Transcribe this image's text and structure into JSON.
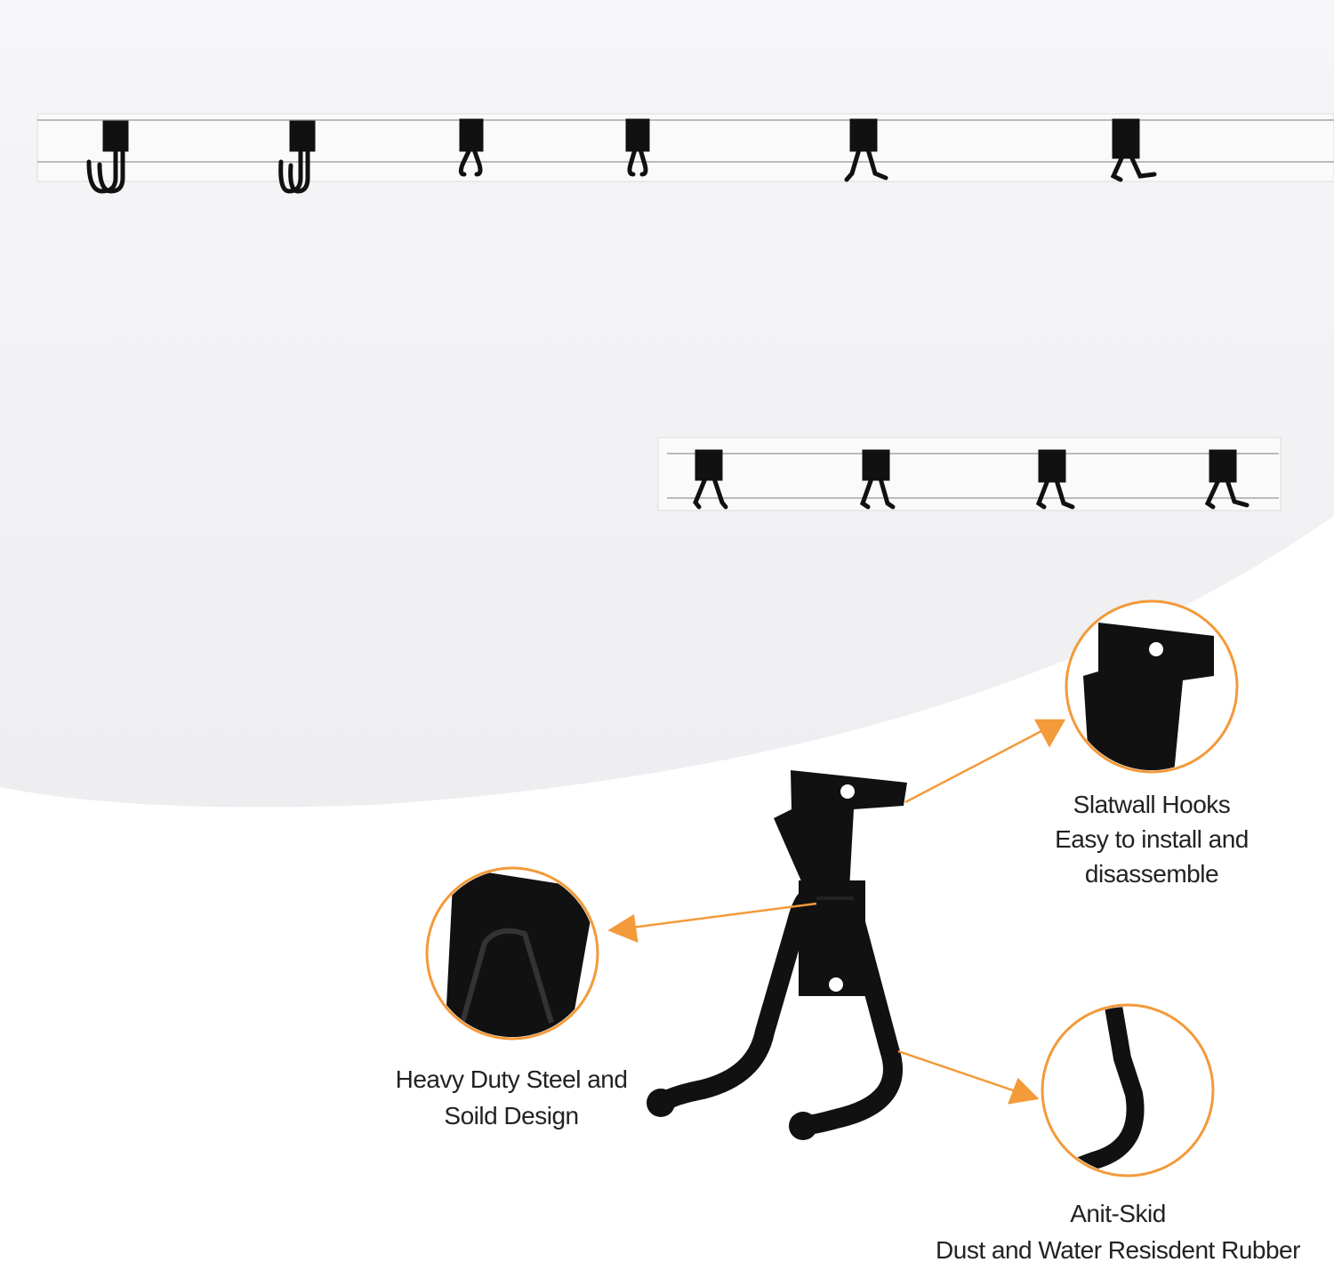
{
  "colors": {
    "accent": "#f39a3a",
    "hook": "#111111",
    "rail": "#f7f7f7",
    "backdrop": "#f1f1f4"
  },
  "callouts": [
    {
      "icon": "mounting-plate-detail",
      "lines": [
        "Slatwall Hooks",
        "Easy to install and",
        "disassemble"
      ]
    },
    {
      "icon": "steel-bend-detail",
      "lines": [
        "Heavy Duty Steel and",
        "Soild Design"
      ]
    },
    {
      "icon": "rubber-tip-detail",
      "lines": [
        "Anit-Skid",
        "Dust and Water Resisdent Rubber"
      ]
    }
  ]
}
